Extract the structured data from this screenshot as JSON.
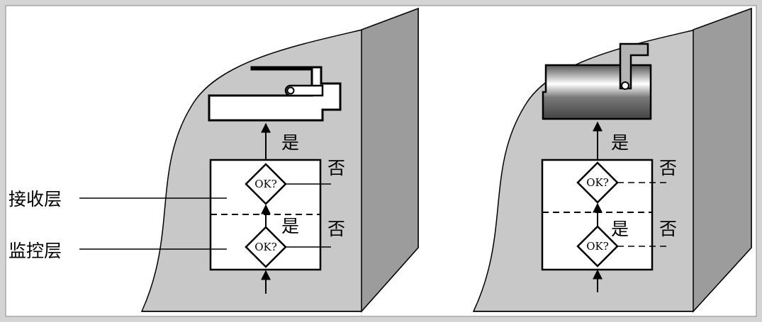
{
  "left_panel": {
    "layer_labels": {
      "receive": "接收层",
      "monitor": "监控层"
    },
    "upper_check": {
      "text": "OK?",
      "no": "否"
    },
    "lower_check": {
      "text": "OK?",
      "yes": "是",
      "no": "否"
    },
    "output_yes": "是"
  },
  "right_panel": {
    "upper_check": {
      "text": "OK?",
      "no": "否"
    },
    "lower_check": {
      "text": "OK?",
      "yes": "是",
      "no": "否"
    },
    "output_yes": "是"
  },
  "colors": {
    "background": "#d4d4d4",
    "surface": "#c8c8c8",
    "wall_side": "#9c9c9c",
    "line": "#000000",
    "box": "#ffffff"
  }
}
